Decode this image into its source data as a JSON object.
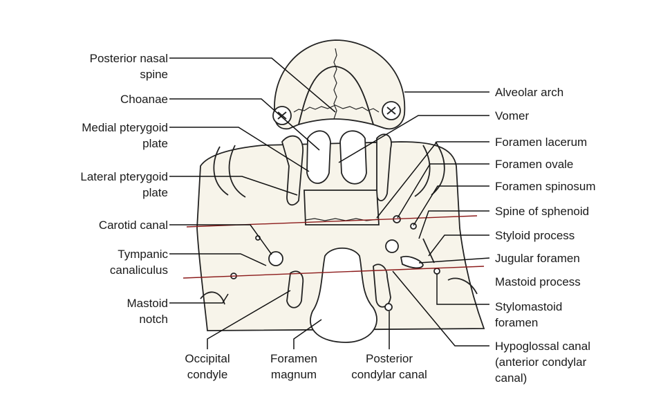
{
  "labels_left": [
    {
      "id": "posterior_nasal_spine",
      "lines": [
        "Posterior nasal",
        "spine"
      ]
    },
    {
      "id": "choanae",
      "lines": [
        "Choanae"
      ]
    },
    {
      "id": "medial_pterygoid_plate",
      "lines": [
        "Medial pterygoid",
        "plate"
      ]
    },
    {
      "id": "lateral_pterygoid_plate",
      "lines": [
        "Lateral pterygoid",
        "plate"
      ]
    },
    {
      "id": "carotid_canal",
      "lines": [
        "Carotid canal"
      ]
    },
    {
      "id": "tympanic_canaliculus",
      "lines": [
        "Tympanic",
        "canaliculus"
      ]
    },
    {
      "id": "mastoid_notch",
      "lines": [
        "Mastoid",
        "notch"
      ]
    }
  ],
  "labels_right": [
    {
      "id": "alveolar_arch",
      "lines": [
        "Alveolar arch"
      ]
    },
    {
      "id": "vomer",
      "lines": [
        "Vomer"
      ]
    },
    {
      "id": "foramen_lacerum",
      "lines": [
        "Foramen lacerum"
      ]
    },
    {
      "id": "foramen_ovale",
      "lines": [
        "Foramen ovale"
      ]
    },
    {
      "id": "foramen_spinosum",
      "lines": [
        "Foramen spinosum"
      ]
    },
    {
      "id": "spine_of_sphenoid",
      "lines": [
        "Spine of sphenoid"
      ]
    },
    {
      "id": "styloid_process",
      "lines": [
        "Styloid process"
      ]
    },
    {
      "id": "jugular_foramen",
      "lines": [
        "Jugular foramen"
      ]
    },
    {
      "id": "mastoid_process",
      "lines": [
        "Mastoid process"
      ]
    },
    {
      "id": "stylomastoid_foramen",
      "lines": [
        "Stylomastoid",
        "foramen"
      ]
    },
    {
      "id": "hypoglossal_canal",
      "lines": [
        "Hypoglossal canal",
        "(anterior condylar",
        "canal)"
      ]
    }
  ],
  "labels_bottom": [
    {
      "id": "occipital_condyle",
      "lines": [
        "Occipital",
        "condyle"
      ]
    },
    {
      "id": "foramen_magnum",
      "lines": [
        "Foramen",
        "magnum"
      ]
    },
    {
      "id": "posterior_condylar_canal",
      "lines": [
        "Posterior",
        "condylar canal"
      ]
    }
  ],
  "colors": {
    "bone_fill": "#f7f4ea",
    "outline": "#222222",
    "plane_line": "#8b1a1a"
  }
}
